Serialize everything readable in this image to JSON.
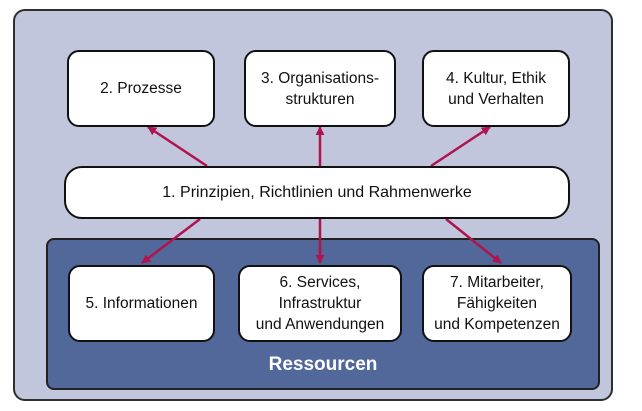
{
  "colors": {
    "outer_background": "#c1c6dd",
    "resource_panel": "#52689a",
    "arrow": "#b0134d",
    "box_fill": "#ffffff"
  },
  "boxes": {
    "principles": "1. Prinzipien, Richtlinien und Rahmenwerke",
    "processes": "2. Prozesse",
    "org_structures": "3. Organisations-\nstrukturen",
    "culture": "4. Kultur, Ethik\nund Verhalten",
    "information": "5. Informationen",
    "services": "6. Services,\nInfrastruktur\nund Anwendungen",
    "people": "7. Mitarbeiter,\nFähigkeiten\nund Kompetenzen"
  },
  "resources_label": "Ressourcen"
}
